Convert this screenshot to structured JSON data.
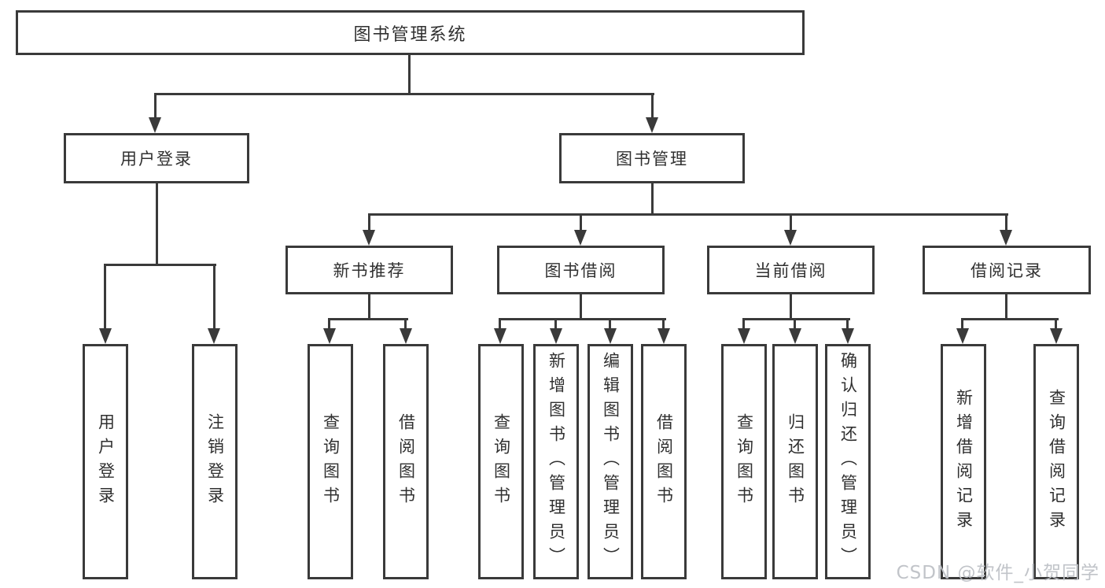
{
  "tree": {
    "label": "图书管理系统",
    "children": [
      {
        "label": "用户登录",
        "children": [
          {
            "label": "用户登录"
          },
          {
            "label": "注销登录"
          }
        ]
      },
      {
        "label": "图书管理",
        "children": [
          {
            "label": "新书推荐",
            "children": [
              {
                "label": "查询图书"
              },
              {
                "label": "借阅图书"
              }
            ]
          },
          {
            "label": "图书借阅",
            "children": [
              {
                "label": "查询图书"
              },
              {
                "label": "新增图书（管理员）"
              },
              {
                "label": "编辑图书（管理员）"
              },
              {
                "label": "借阅图书"
              }
            ]
          },
          {
            "label": "当前借阅",
            "children": [
              {
                "label": "查询图书"
              },
              {
                "label": "归还图书"
              },
              {
                "label": "确认归还（管理员）"
              }
            ]
          },
          {
            "label": "借阅记录",
            "children": [
              {
                "label": "新增借阅记录"
              },
              {
                "label": "查询借阅记录"
              }
            ]
          }
        ]
      }
    ]
  },
  "watermark": {
    "text": "CSDN @软件_小贺同学"
  },
  "colors": {
    "line": "#3a3a3a",
    "text": "#303030",
    "background": "#ffffff",
    "watermark": "#bec1c6"
  }
}
